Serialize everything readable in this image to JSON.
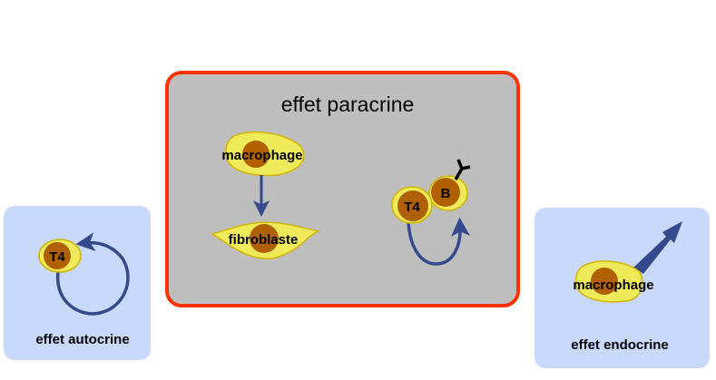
{
  "colors": {
    "panel_blue": "#c9d9fb",
    "panel_gray": "#bebebe",
    "panel_border": "#ff3300",
    "cell_body": "#eeea5a",
    "cell_outline": "#d2b400",
    "nucleus": "#b06000",
    "arrow": "#344a8c"
  },
  "autocrine": {
    "cell_label": "T4",
    "caption": "effet autocrine"
  },
  "paracrine": {
    "title": "effet paracrine",
    "source_cell": "macrophage",
    "target_cell": "fibroblaste",
    "t_cell": "T4",
    "b_cell": "B"
  },
  "endocrine": {
    "cell_label": "macrophage",
    "caption": "effet endocrine"
  }
}
